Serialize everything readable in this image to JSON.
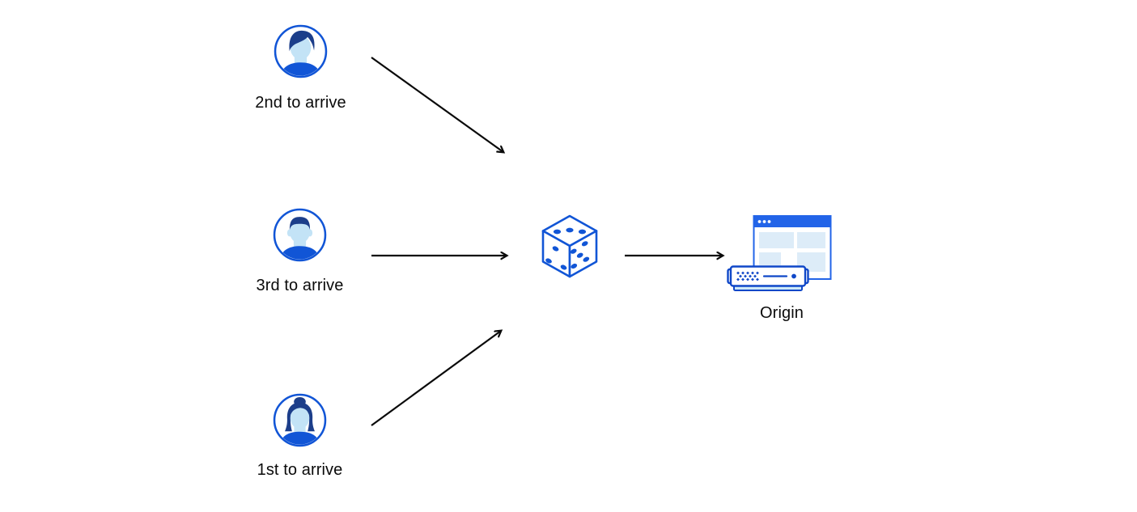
{
  "visitors": [
    {
      "label": "2nd to arrive",
      "icon": "avatar-man-swept-hair-icon"
    },
    {
      "label": "3rd to arrive",
      "icon": "avatar-man-flat-top-icon"
    },
    {
      "label": "1st to arrive",
      "icon": "avatar-woman-bun-icon"
    }
  ],
  "selector": {
    "icon": "dice-icon"
  },
  "origin": {
    "label": "Origin",
    "icon": "origin-server-icon"
  },
  "arrows": [
    {
      "from": "2nd to arrive",
      "to": "dice"
    },
    {
      "from": "3rd to arrive",
      "to": "dice"
    },
    {
      "from": "1st to arrive",
      "to": "dice"
    },
    {
      "from": "dice",
      "to": "Origin"
    }
  ],
  "colors": {
    "primary_blue": "#1155d6",
    "navy": "#1c3e8a",
    "skin": "#c3e3f6",
    "window_blue": "#2264e8",
    "panel": "#ddecf8",
    "server_blue": "#0f47c8",
    "server_base": "#cde9f8",
    "arrow_black": "#0a0a0a",
    "label_black": "#0a0a0a",
    "bg": "#ffffff"
  }
}
